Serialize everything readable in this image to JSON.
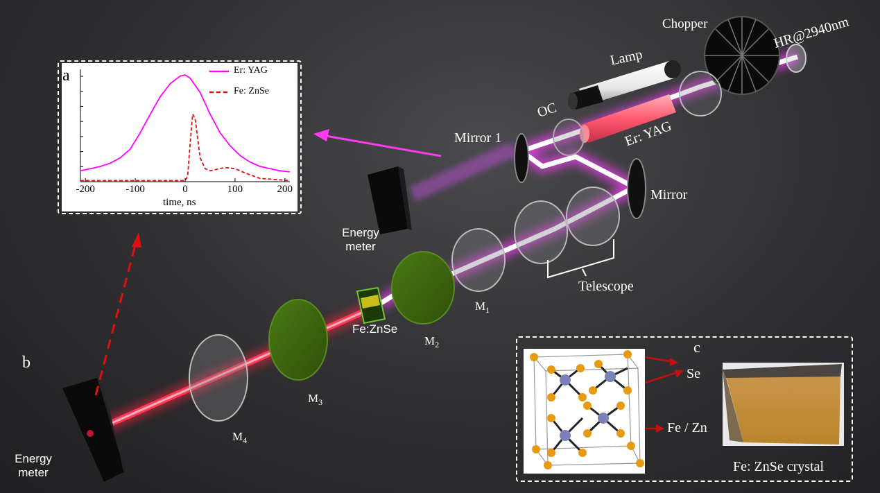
{
  "labels": {
    "chopper": "Chopper",
    "hr": "HR@2940nm",
    "lamp": "Lamp",
    "oc": "OC",
    "mirror1": "Mirror 1",
    "eryag": "Er: YAG",
    "mirror": "Mirror",
    "telescope": "Telescope",
    "energy_meter_top": [
      "Energy",
      "meter"
    ],
    "energy_meter_bottom": [
      "Energy",
      "meter"
    ],
    "fe_znse": "Fe:ZnSe",
    "m1": {
      "base": "M",
      "sub": "1"
    },
    "m2": {
      "base": "M",
      "sub": "2"
    },
    "m3": {
      "base": "M",
      "sub": "3"
    },
    "m4": {
      "base": "M",
      "sub": "4"
    },
    "panel_b": "b"
  },
  "panel_a": {
    "letter": "a",
    "legend": [
      "Er: YAG",
      "Fe: ZnSe"
    ],
    "xlabel": "time, ns",
    "xticks": [
      "-200",
      "-100",
      "0",
      "100",
      "200"
    ]
  },
  "panel_c": {
    "letter": "c",
    "se_label": "Se",
    "fezn_label": "Fe / Zn",
    "crystal_caption": "Fe: ZnSe crystal"
  },
  "colors": {
    "background": "#2f2f31",
    "beam_pump": "#ff3cf0",
    "beam_output": "#ff2040",
    "er_yag_trace": "#ff00ff",
    "fe_znse_trace": "#e01010",
    "filter_green": "#3f6b10",
    "crystal": "#c8902a"
  },
  "chart_data": {
    "type": "line",
    "xlim": [
      -210,
      210
    ],
    "series": [
      {
        "name": "Er: YAG",
        "style": "solid",
        "x": [
          -210,
          -190,
          -170,
          -150,
          -130,
          -110,
          -90,
          -70,
          -50,
          -30,
          -10,
          0,
          10,
          30,
          50,
          70,
          90,
          110,
          130,
          150,
          170,
          190,
          210
        ],
        "y": [
          0.1,
          0.12,
          0.14,
          0.17,
          0.22,
          0.3,
          0.45,
          0.62,
          0.78,
          0.9,
          0.97,
          0.98,
          0.95,
          0.82,
          0.62,
          0.45,
          0.33,
          0.24,
          0.18,
          0.14,
          0.12,
          0.1,
          0.09
        ]
      },
      {
        "name": "Fe: ZnSe",
        "style": "dashed",
        "x": [
          -210,
          -150,
          -100,
          -50,
          0,
          5,
          10,
          15,
          20,
          25,
          30,
          40,
          50,
          60,
          80,
          100,
          120,
          150,
          210
        ],
        "y": [
          0.01,
          0.01,
          0.01,
          0.01,
          0.01,
          0.05,
          0.35,
          0.62,
          0.58,
          0.4,
          0.22,
          0.12,
          0.1,
          0.11,
          0.13,
          0.12,
          0.08,
          0.03,
          0.01
        ]
      }
    ]
  }
}
